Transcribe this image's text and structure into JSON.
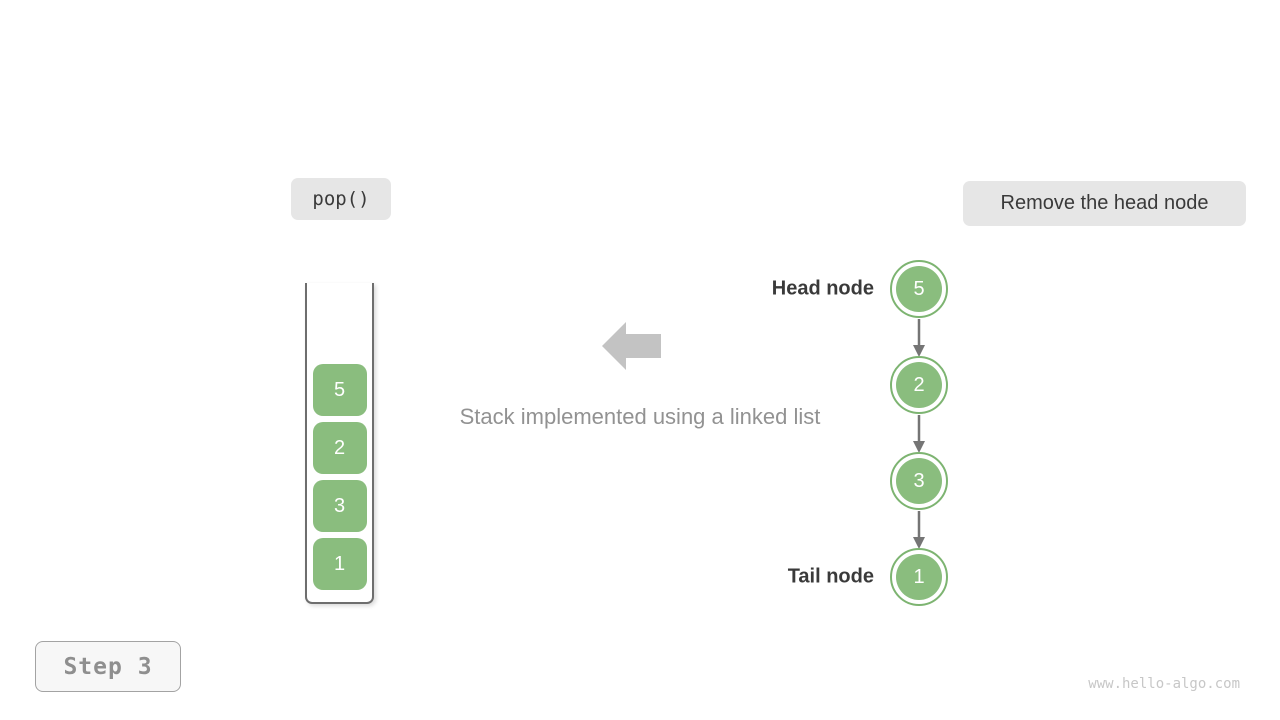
{
  "badges": {
    "operation": "pop()",
    "action": "Remove the head node",
    "step": "Step 3"
  },
  "caption": "Stack implemented using a linked list",
  "stack": {
    "items": [
      "5",
      "2",
      "3",
      "1"
    ]
  },
  "linked_list": {
    "nodes": [
      "5",
      "2",
      "3",
      "1"
    ],
    "head_label": "Head node",
    "tail_label": "Tail node"
  },
  "icons": {
    "direction_arrow": "left-arrow",
    "connector": "down-arrow"
  },
  "watermark": "www.hello-algo.com",
  "colors": {
    "green": "#8abd7e",
    "green-ring": "#7db471",
    "badge-bg": "#e6e6e6",
    "dark-text": "#3a3a3a",
    "gray-text": "#929292",
    "arrow-gray": "#c3c3c3",
    "connector-gray": "#757575"
  }
}
